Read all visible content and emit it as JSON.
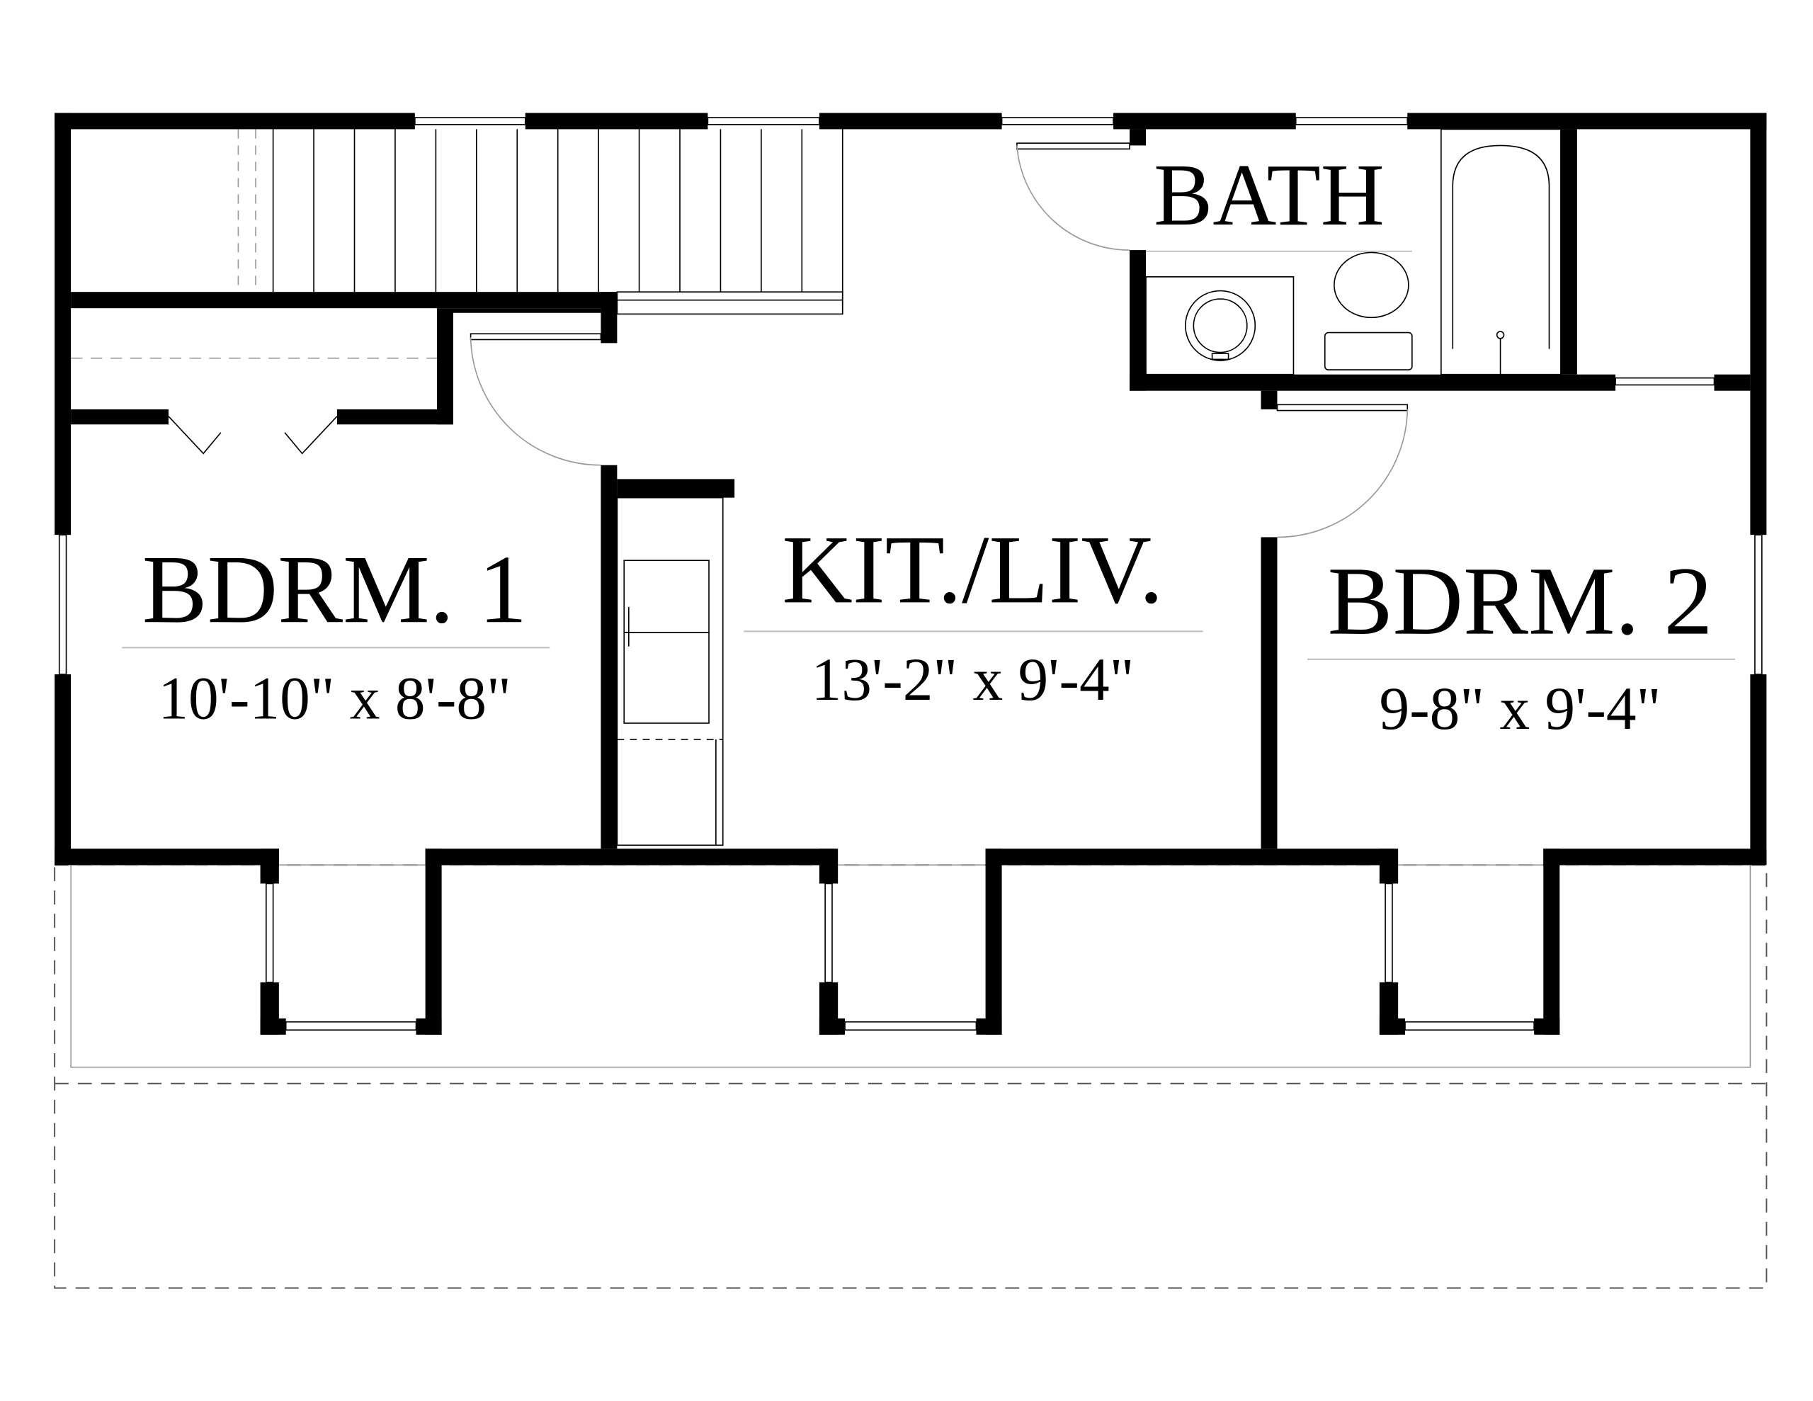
{
  "rooms": {
    "bath": {
      "name": "BATH"
    },
    "bdrm1": {
      "name": "BDRM. 1",
      "size": "10'-10\" x 8'-8\""
    },
    "kitliv": {
      "name": "KIT./LIV.",
      "size": "13'-2\" x 9'-4\""
    },
    "bdrm2": {
      "name": "BDRM. 2",
      "size": "9-8\" x 9'-4\""
    }
  }
}
